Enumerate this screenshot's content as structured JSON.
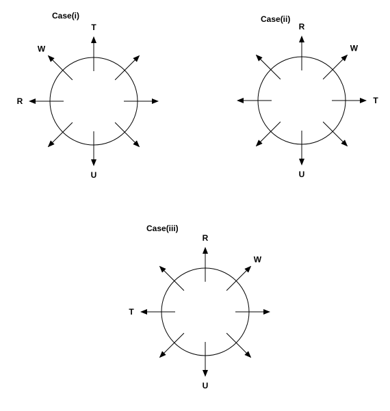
{
  "colors": {
    "ink": "#000000",
    "background": "#ffffff"
  },
  "cases": [
    {
      "title": "Case(i)",
      "labels": {
        "n": "T",
        "ne": "",
        "e": "",
        "se": "",
        "s": "U",
        "sw": "",
        "w": "R",
        "nw": "W"
      }
    },
    {
      "title": "Case(ii)",
      "labels": {
        "n": "R",
        "ne": "W",
        "e": "T",
        "se": "",
        "s": "U",
        "sw": "",
        "w": "",
        "nw": ""
      }
    },
    {
      "title": "Case(iii)",
      "labels": {
        "n": "R",
        "ne": "W",
        "e": "",
        "se": "",
        "s": "U",
        "sw": "",
        "w": "T",
        "nw": ""
      }
    }
  ]
}
